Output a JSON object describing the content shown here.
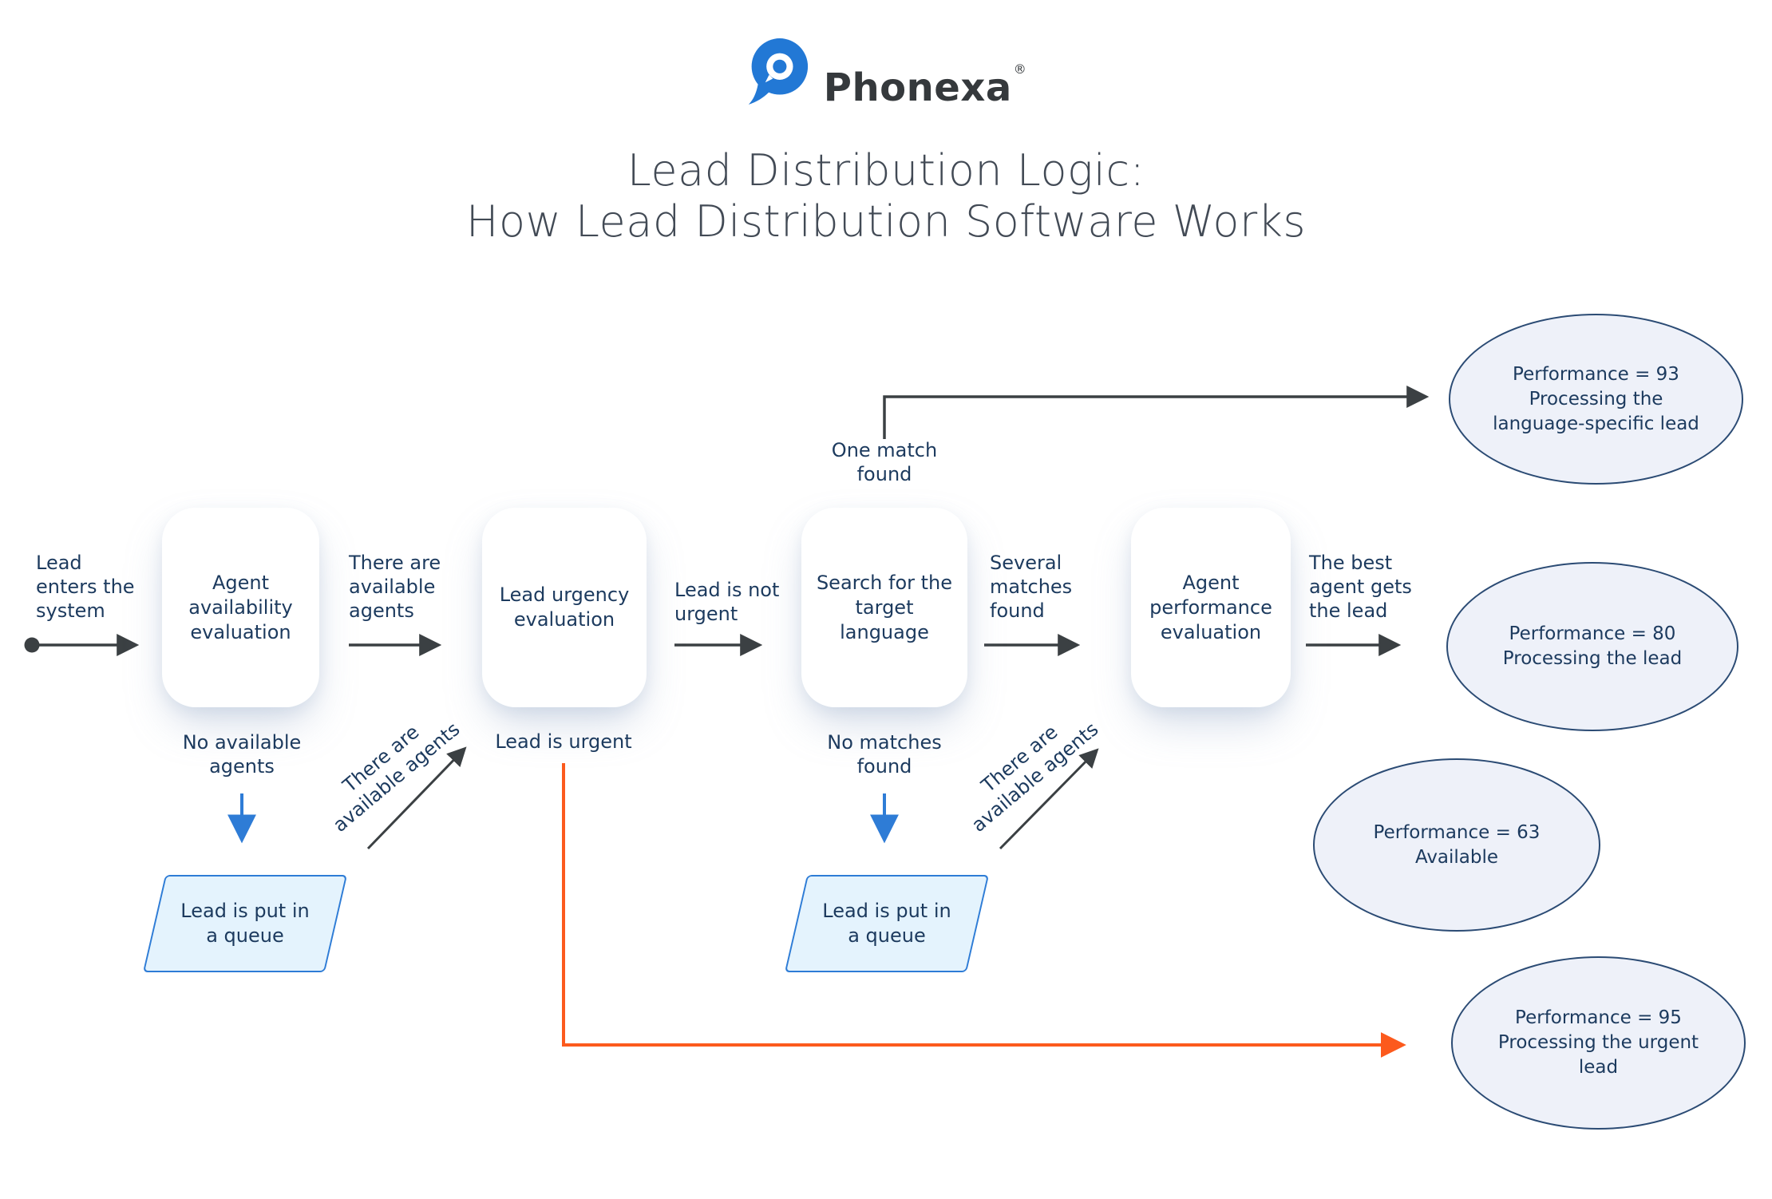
{
  "colors": {
    "navy": "#1C3A5E",
    "arrow": "#3B4043",
    "blue": "#2E7CD6",
    "blue_fill": "#E4F3FD",
    "ellipse_fill": "#EEF1F9",
    "ellipse_border": "#2B4B74",
    "orange": "#FC5A1D",
    "title": "#424A55",
    "logo_blue": "#2278D5",
    "logo_text": "#35393C"
  },
  "header": {
    "brand": "Phonexa",
    "registered": "®",
    "title": "Lead Distribution Logic:\nHow Lead Distribution Software Works"
  },
  "flow": {
    "start_label": "Lead\nenters the\nsystem",
    "boxes": [
      {
        "id": "agent-availability-evaluation",
        "label": "Agent\navailability\nevaluation"
      },
      {
        "id": "lead-urgency-evaluation",
        "label": "Lead urgency\nevaluation"
      },
      {
        "id": "search-for-target-language",
        "label": "Search for the\ntarget\nlanguage"
      },
      {
        "id": "agent-performance-evaluation",
        "label": "Agent\nperformance\nevaluation"
      }
    ],
    "edge_labels": [
      {
        "id": "there-are-available-agents-1",
        "text": "There are\navailable\nagents"
      },
      {
        "id": "lead-is-not-urgent",
        "text": "Lead is not\nurgent"
      },
      {
        "id": "several-matches-found",
        "text": "Several\nmatches\nfound"
      },
      {
        "id": "the-best-agent-gets-the-lead",
        "text": "The best\nagent gets\nthe lead"
      },
      {
        "id": "one-match-found",
        "text": "One match\nfound"
      },
      {
        "id": "no-available-agents",
        "text": "No available\nagents"
      },
      {
        "id": "lead-is-urgent",
        "text": "Lead is urgent"
      },
      {
        "id": "no-matches-found",
        "text": "No matches\nfound"
      },
      {
        "id": "there-are-available-agents-diag-1",
        "text": "There are\navailable agents"
      },
      {
        "id": "there-are-available-agents-diag-2",
        "text": "There are\navailable agents"
      }
    ],
    "queues": [
      {
        "id": "queue-1",
        "label": "Lead is put in\na queue"
      },
      {
        "id": "queue-2",
        "label": "Lead is put in\na queue"
      }
    ],
    "outcomes": [
      {
        "id": "performance-93",
        "label": "Performance = 93\nProcessing the\nlanguage-specific lead"
      },
      {
        "id": "performance-80",
        "label": "Performance = 80\nProcessing the lead"
      },
      {
        "id": "performance-63",
        "label": "Performance = 63\nAvailable"
      },
      {
        "id": "performance-95",
        "label": "Performance = 95\nProcessing the urgent\nlead"
      }
    ]
  }
}
